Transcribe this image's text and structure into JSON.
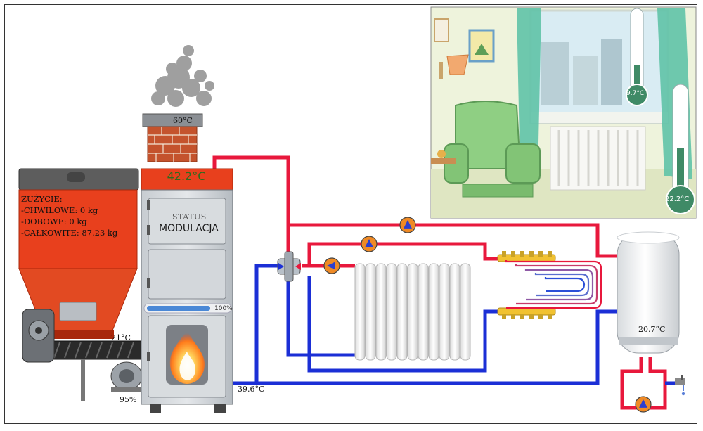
{
  "boiler": {
    "temperature": "42.2°C",
    "status_label": "STATUS",
    "mode": "MODULACJA",
    "progress_label": "100%",
    "progress_value": 1.0
  },
  "chimney": {
    "temperature": "60°C"
  },
  "hopper": {
    "usage_title": "ZUŻYCIE:",
    "usage_current": "-CHWILOWE: 0 kg",
    "usage_daily": "-DOBOWE: 0 kg",
    "usage_total": "-CAŁKOWITE: 87.23 kg"
  },
  "feeder": {
    "temperature": "21°C"
  },
  "fan": {
    "level": "95%"
  },
  "return_line": {
    "temperature": "39.6°C"
  },
  "water_tank": {
    "temperature": "20.7°C"
  },
  "room": {
    "outdoor_temperature": "9.7°C",
    "indoor_temperature": "22.2°C"
  },
  "colors": {
    "supply_pipe": "#e8183c",
    "return_pipe": "#1b2fd6",
    "hopper": "#e8401d",
    "pump": "#ef8a25",
    "thermometer": "#3f8a66"
  }
}
